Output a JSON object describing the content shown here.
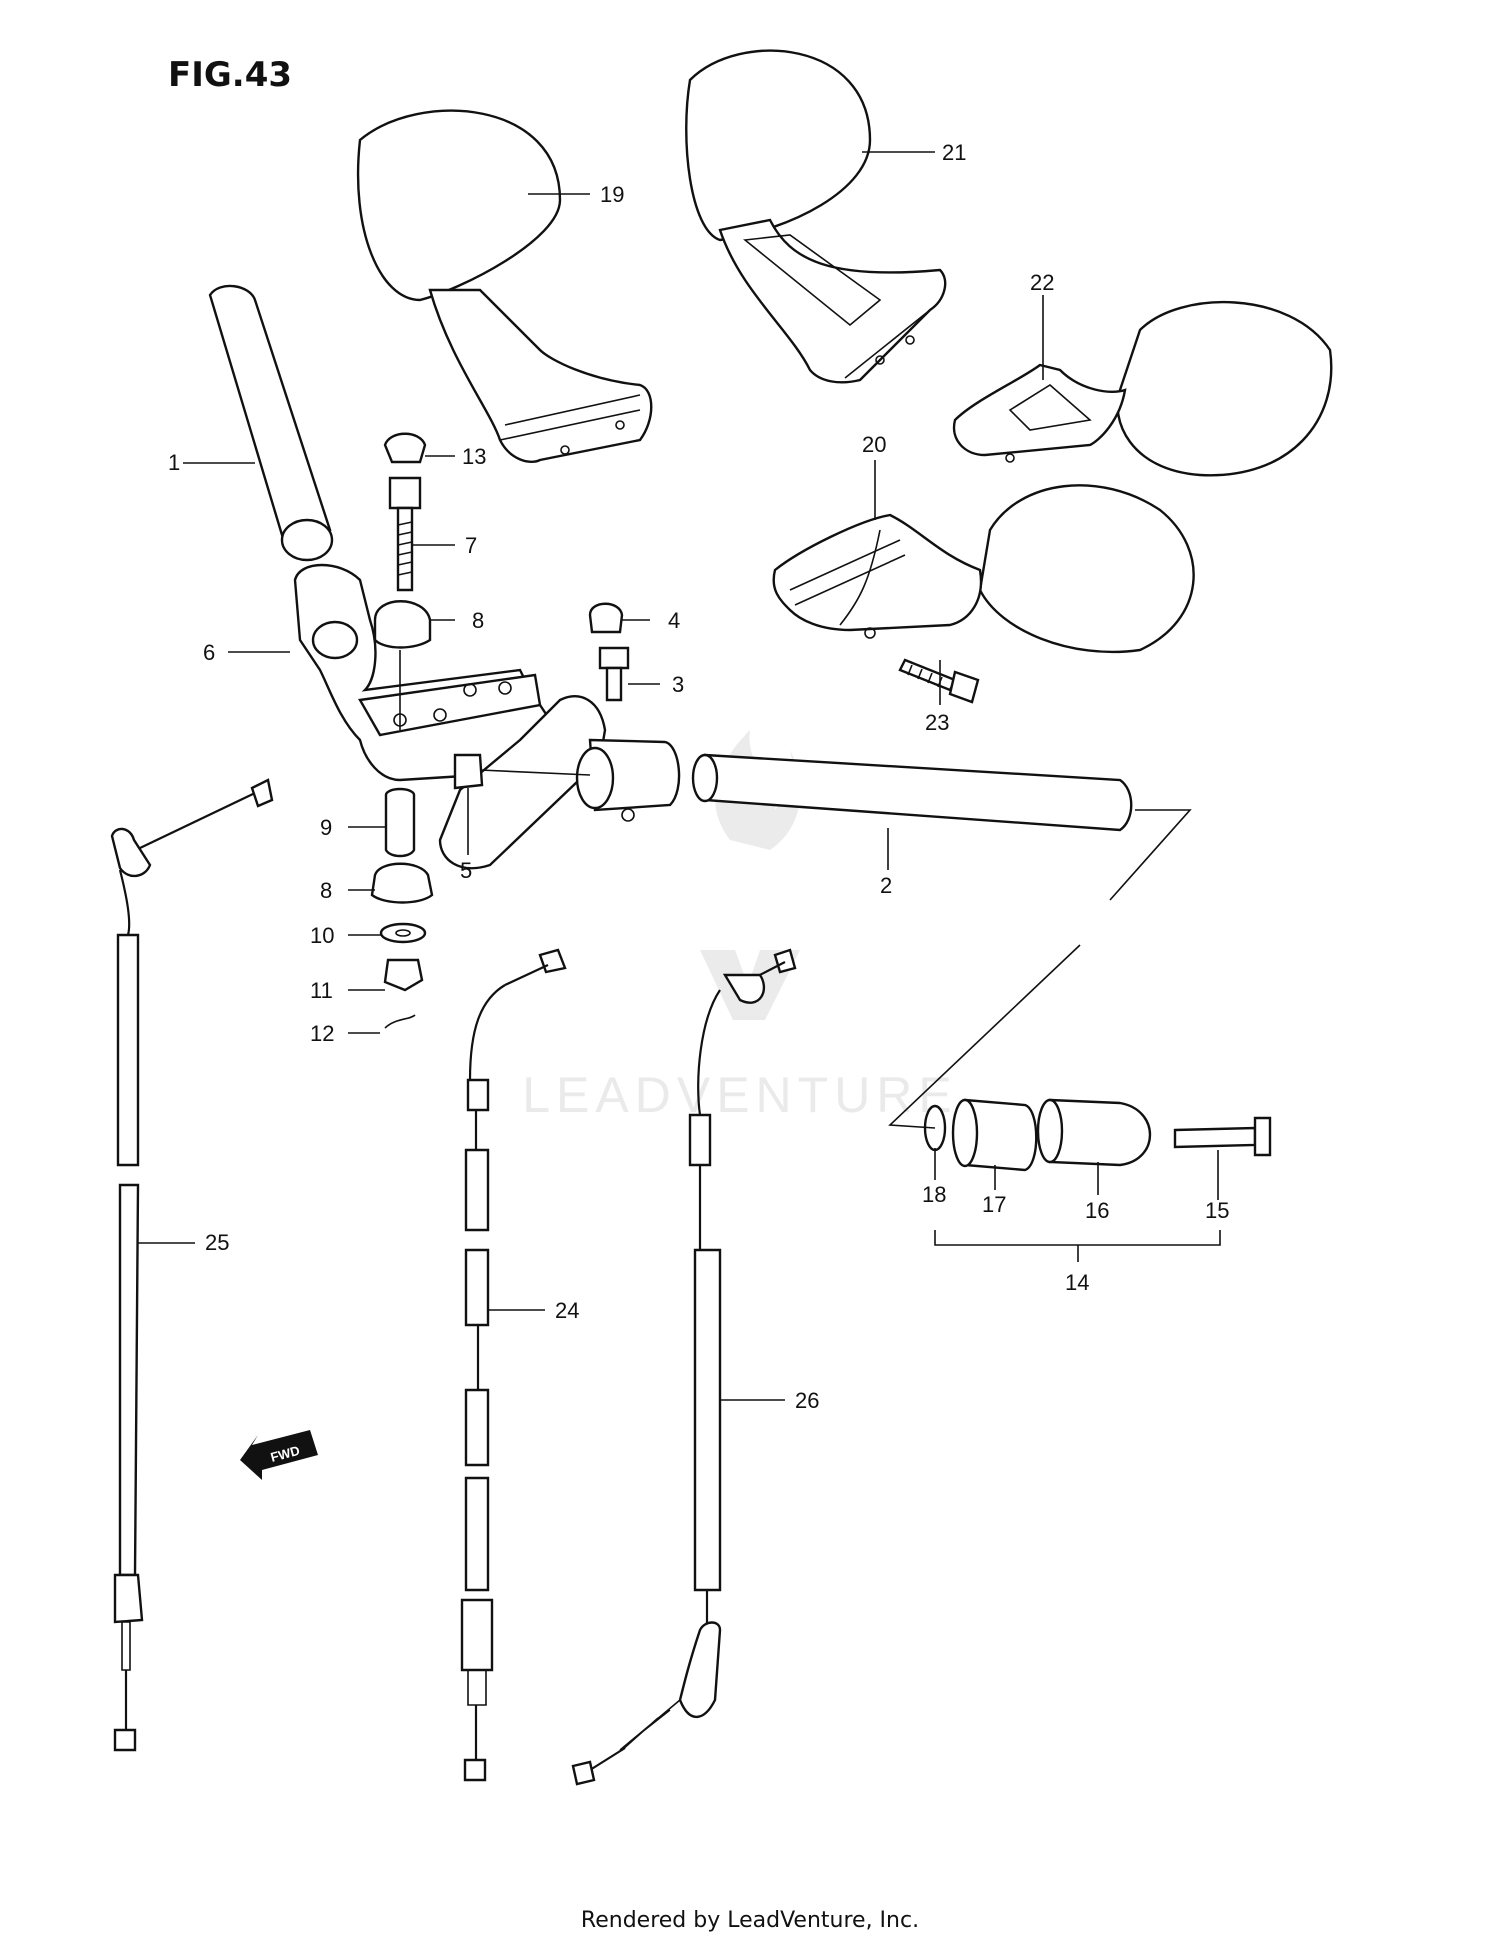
{
  "figure": {
    "title": "FIG.43",
    "footer": "Rendered by LeadVenture, Inc.",
    "watermark": "LEADVENTURE",
    "fwd_label": "FWD"
  },
  "callouts": [
    {
      "id": "c1",
      "label": "1"
    },
    {
      "id": "c2",
      "label": "2"
    },
    {
      "id": "c3",
      "label": "3"
    },
    {
      "id": "c4",
      "label": "4"
    },
    {
      "id": "c5",
      "label": "5"
    },
    {
      "id": "c6",
      "label": "6"
    },
    {
      "id": "c7",
      "label": "7"
    },
    {
      "id": "c8a",
      "label": "8"
    },
    {
      "id": "c8b",
      "label": "8"
    },
    {
      "id": "c9",
      "label": "9"
    },
    {
      "id": "c10",
      "label": "10"
    },
    {
      "id": "c11",
      "label": "11"
    },
    {
      "id": "c12",
      "label": "12"
    },
    {
      "id": "c13",
      "label": "13"
    },
    {
      "id": "c14",
      "label": "14"
    },
    {
      "id": "c15",
      "label": "15"
    },
    {
      "id": "c16",
      "label": "16"
    },
    {
      "id": "c17",
      "label": "17"
    },
    {
      "id": "c18",
      "label": "18"
    },
    {
      "id": "c19",
      "label": "19"
    },
    {
      "id": "c20",
      "label": "20"
    },
    {
      "id": "c21",
      "label": "21"
    },
    {
      "id": "c22",
      "label": "22"
    },
    {
      "id": "c23",
      "label": "23"
    },
    {
      "id": "c24",
      "label": "24"
    },
    {
      "id": "c25",
      "label": "25"
    },
    {
      "id": "c26",
      "label": "26"
    }
  ]
}
